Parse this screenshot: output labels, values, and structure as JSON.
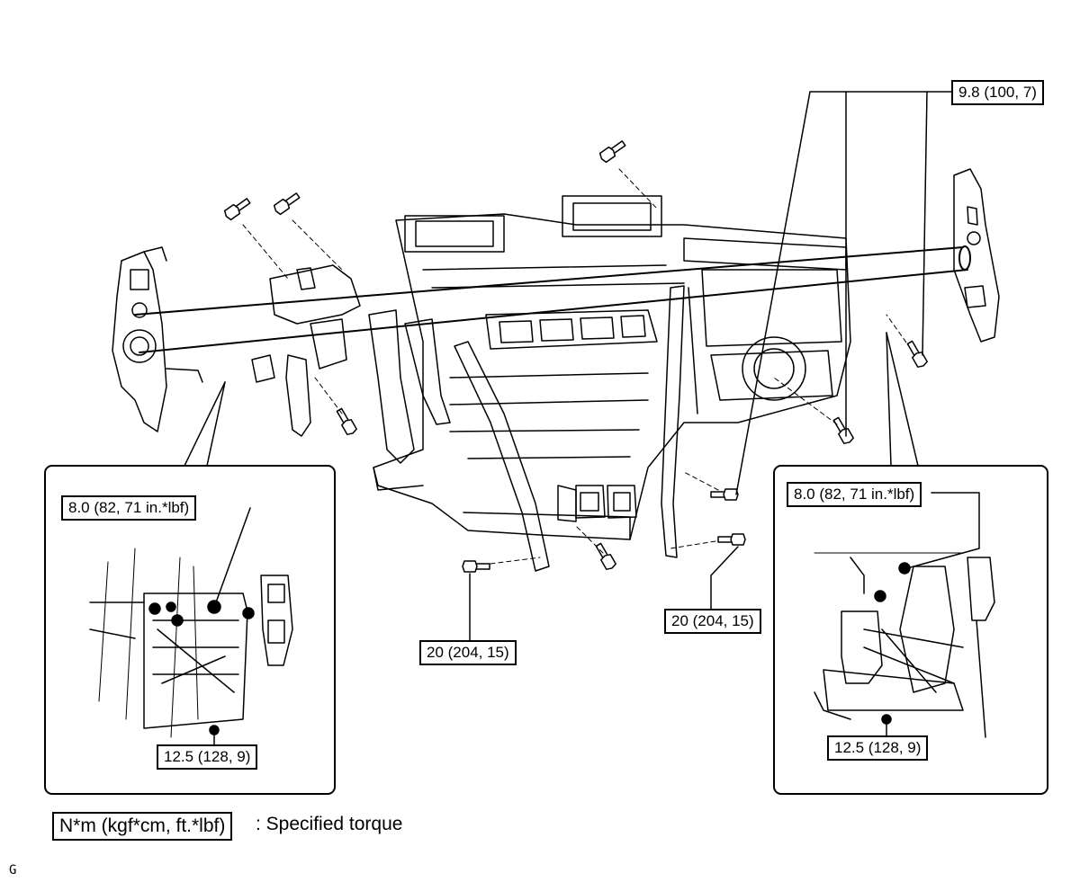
{
  "torque_labels": {
    "top_right": "9.8 (100, 7)",
    "left_inset_top": "8.0 (82, 71 in.*lbf)",
    "left_inset_bottom": "12.5 (128, 9)",
    "right_inset_top": "8.0 (82, 71 in.*lbf)",
    "right_inset_bottom": "12.5 (128, 9)",
    "center_left": "20 (204, 15)",
    "center_right": "20 (204, 15)"
  },
  "legend": {
    "unit_box": "N*m (kgf*cm, ft.*lbf)",
    "description": ": Specified torque"
  },
  "figure_id": "G",
  "colors": {
    "line": "#000000",
    "background": "#ffffff"
  }
}
